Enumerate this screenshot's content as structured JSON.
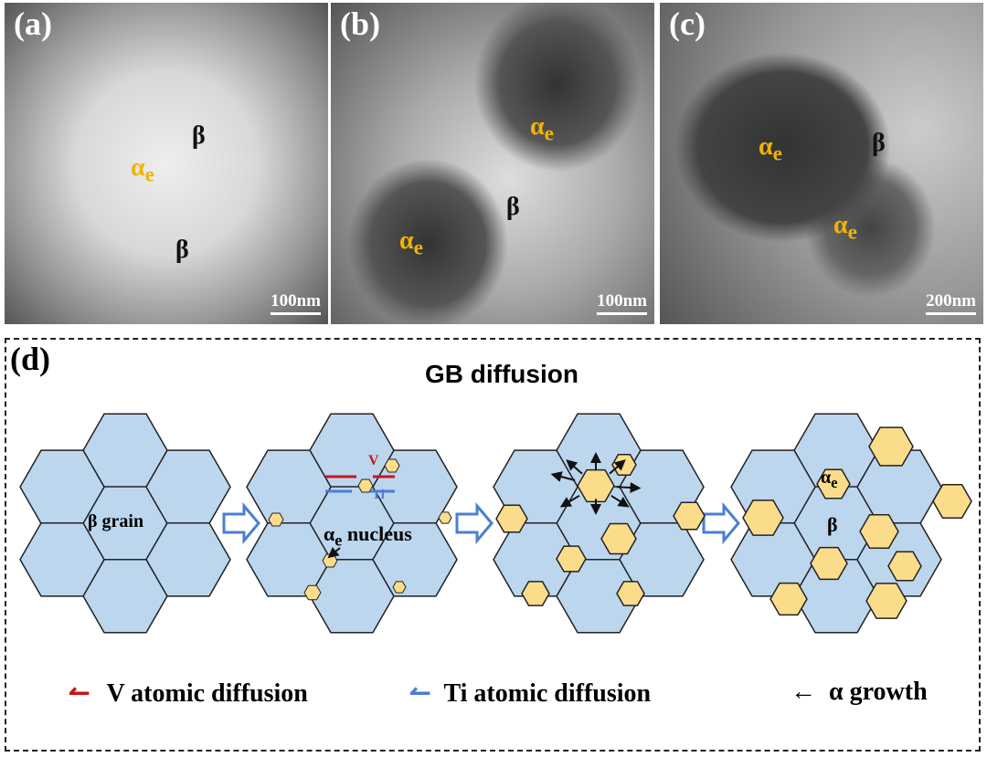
{
  "panels": [
    {
      "label": "(a)",
      "scale": "100nm",
      "texts": [
        {
          "t": "β",
          "k": "b"
        },
        {
          "t": "α",
          "sub": "e",
          "k": "ae"
        },
        {
          "t": "β",
          "k": "b"
        }
      ]
    },
    {
      "label": "(b)",
      "scale": "100nm"
    },
    {
      "label": "(c)",
      "scale": "200nm"
    }
  ],
  "d": {
    "label": "(d)",
    "title": "GB diffusion",
    "beta_grain": "β grain",
    "nucleus": "α",
    "nucleus_sub": "e",
    "nucleus_word": " nucleus",
    "v": "V",
    "ti": "Ti",
    "ae": "α",
    "ae_sub": "e",
    "beta": "β"
  },
  "legend": {
    "v": "V atomic diffusion",
    "ti": "Ti atomic diffusion",
    "growth": "α growth"
  },
  "colors": {
    "grain": "#bcd6ee",
    "alpha": "#fbdc8b",
    "v": "#c8161d",
    "ti": "#4a7fd0",
    "arrow": "#4a7fd0"
  }
}
